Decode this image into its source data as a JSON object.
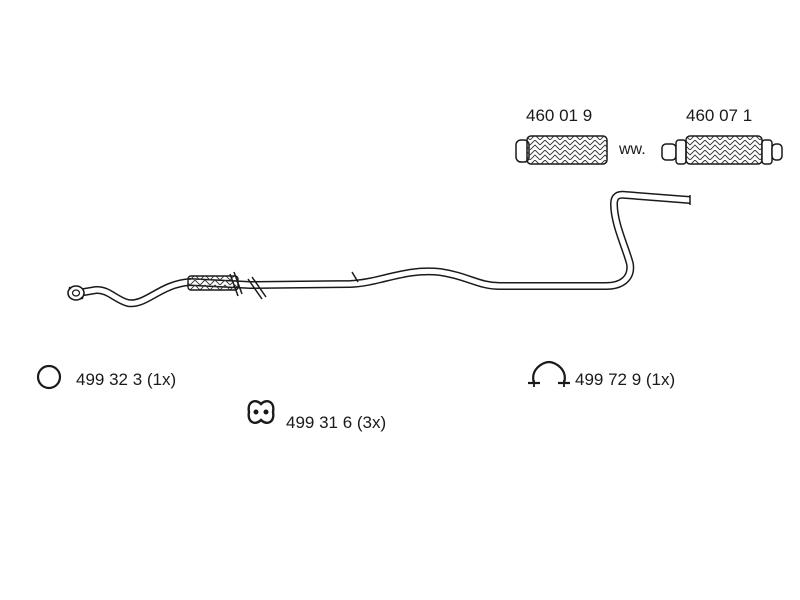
{
  "diagram": {
    "colors": {
      "line": "#1a1a1a",
      "pipe_fill": "#ffffff",
      "flex_fill": "#e6e6e6"
    },
    "parts": {
      "flex_connector_a": {
        "number": "460 01 9"
      },
      "alternative_separator": "ww.",
      "flex_connector_b": {
        "number": "460 07 1"
      },
      "ring": {
        "label": "499 32 3 (1x)",
        "icon": "ring-icon"
      },
      "hanger": {
        "label": "499 31 6 (3x)",
        "icon": "rubber-hanger-icon"
      },
      "clamp": {
        "label": "499 72 9 (1x)",
        "icon": "pipe-clamp-icon"
      }
    },
    "main_pipe": {
      "icon": "exhaust-pipe-icon"
    }
  }
}
